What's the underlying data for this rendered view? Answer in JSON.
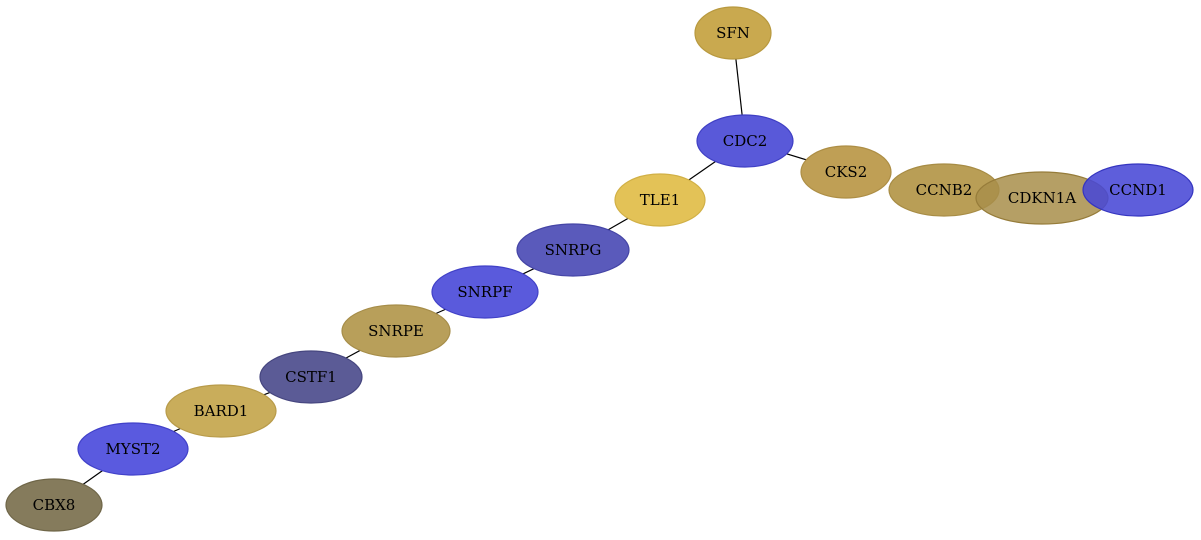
{
  "graph": {
    "nodes": [
      {
        "id": "SFN",
        "label": "SFN",
        "fill": "#c9a94f",
        "stroke": "#b8993f"
      },
      {
        "id": "CDC2",
        "label": "CDC2",
        "fill": "#5959d9",
        "stroke": "#3f3fc4"
      },
      {
        "id": "CKS2",
        "label": "CKS2",
        "fill": "#bf9f55",
        "stroke": "#ad8e45"
      },
      {
        "id": "TLE1",
        "label": "TLE1",
        "fill": "#e3c257",
        "stroke": "#d1b046"
      },
      {
        "id": "SNRPG",
        "label": "SNRPG",
        "fill": "#5a5abb",
        "stroke": "#4545a6"
      },
      {
        "id": "SNRPF",
        "label": "SNRPF",
        "fill": "#5a5adc",
        "stroke": "#4141c7"
      },
      {
        "id": "SNRPE",
        "label": "SNRPE",
        "fill": "#b89f5a",
        "stroke": "#a68d49"
      },
      {
        "id": "CSTF1",
        "label": "CSTF1",
        "fill": "#5b5b96",
        "stroke": "#46467f"
      },
      {
        "id": "BARD1",
        "label": "BARD1",
        "fill": "#c9ad5b",
        "stroke": "#b89b4a"
      },
      {
        "id": "MYST2",
        "label": "MYST2",
        "fill": "#5a5adf",
        "stroke": "#4141c9"
      },
      {
        "id": "CBX8",
        "label": "CBX8",
        "fill": "#857b5c",
        "stroke": "#6f6648"
      },
      {
        "id": "CCNB2",
        "label": "CCNB2",
        "fill": "#b99e56",
        "stroke": "#a78c45"
      },
      {
        "id": "CDKN1A",
        "label": "CDKN1A",
        "fill": "#a88e4a",
        "stroke": "#967c3a",
        "opacity": 0.85
      },
      {
        "id": "CCND1",
        "label": "CCND1",
        "fill": "#4848d6",
        "stroke": "#3535c0",
        "opacity": 0.88
      }
    ],
    "edges": [
      [
        "SFN",
        "CDC2"
      ],
      [
        "CDC2",
        "CKS2"
      ],
      [
        "CDC2",
        "TLE1"
      ],
      [
        "TLE1",
        "SNRPG"
      ],
      [
        "SNRPG",
        "SNRPF"
      ],
      [
        "SNRPF",
        "SNRPE"
      ],
      [
        "SNRPE",
        "CSTF1"
      ],
      [
        "CSTF1",
        "BARD1"
      ],
      [
        "BARD1",
        "MYST2"
      ],
      [
        "MYST2",
        "CBX8"
      ]
    ]
  }
}
